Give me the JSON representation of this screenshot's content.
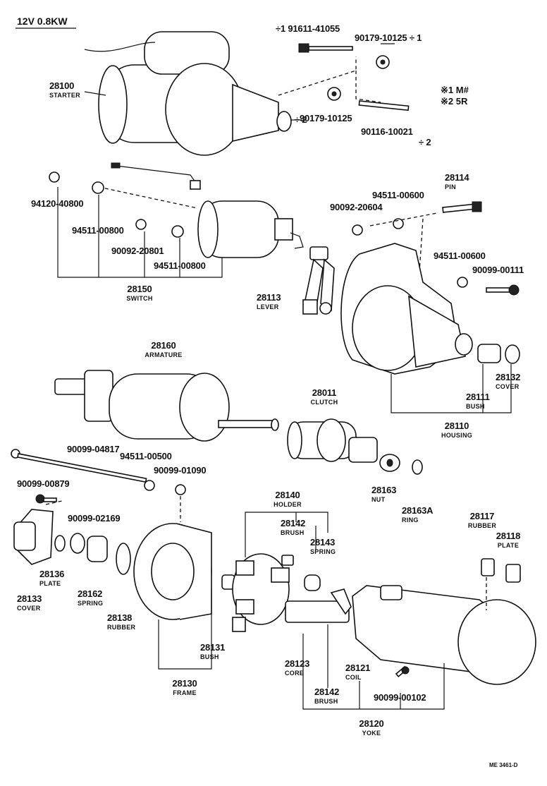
{
  "header": {
    "spec": "12V 0.8KW"
  },
  "legend": {
    "line1": "※1  M#",
    "line2": "※2  5R"
  },
  "footer_code": "ME 3461-D",
  "parts": {
    "p28100": {
      "num": "28100",
      "name": "STARTER"
    },
    "p91611": {
      "num": "÷1  91611-41055"
    },
    "p90179a": {
      "num": "90179-10125  ÷ 1"
    },
    "p90179b": {
      "num": "90179-10125"
    },
    "p90116": {
      "num": "90116-10021"
    },
    "mark2a": {
      "num": "÷ 2"
    },
    "mark2b": {
      "num": "÷ 2"
    },
    "p94120": {
      "num": "94120-40800"
    },
    "p94511a": {
      "num": "94511-00800"
    },
    "p90092a": {
      "num": "90092-20801"
    },
    "p94511b": {
      "num": "94511-00800"
    },
    "p28150": {
      "num": "28150",
      "name": "SWITCH"
    },
    "p28113": {
      "num": "28113",
      "name": "LEVER"
    },
    "p28114": {
      "num": "28114",
      "name": "PIN"
    },
    "p94511c": {
      "num": "94511-00600"
    },
    "p90092b": {
      "num": "90092-20604"
    },
    "p94511d": {
      "num": "94511-00600"
    },
    "p90099a": {
      "num": "90099-00111"
    },
    "p28132": {
      "num": "28132",
      "name": "COVER"
    },
    "p28111": {
      "num": "28111",
      "name": "BUSH"
    },
    "p28110": {
      "num": "28110",
      "name": "HOUSING"
    },
    "p28160": {
      "num": "28160",
      "name": "ARMATURE"
    },
    "p28011": {
      "num": "28011",
      "name": "CLUTCH"
    },
    "p90099b": {
      "num": "90099-04817"
    },
    "p94511e": {
      "num": "94511-00500"
    },
    "p90099c": {
      "num": "90099-01090"
    },
    "p90099d": {
      "num": "90099-00879"
    },
    "p90099e": {
      "num": "90099-02169"
    },
    "p28163": {
      "num": "28163",
      "name": "NUT"
    },
    "p28163A": {
      "num": "28163A",
      "name": "RING"
    },
    "p28140": {
      "num": "28140",
      "name": "HOLDER"
    },
    "p28142a": {
      "num": "28142",
      "name": "BRUSH"
    },
    "p28143": {
      "num": "28143",
      "name": "SPRING"
    },
    "p28117": {
      "num": "28117",
      "name": "RUBBER"
    },
    "p28118": {
      "num": "28118",
      "name": "PLATE"
    },
    "p28136": {
      "num": "28136",
      "name": "PLATE"
    },
    "p28133": {
      "num": "28133",
      "name": "COVER"
    },
    "p28162": {
      "num": "28162",
      "name": "SPRING"
    },
    "p28138": {
      "num": "28138",
      "name": "RUBBER"
    },
    "p28131": {
      "num": "28131",
      "name": "BUSH"
    },
    "p28130": {
      "num": "28130",
      "name": "FRAME"
    },
    "p28123": {
      "num": "28123",
      "name": "CORE"
    },
    "p28121": {
      "num": "28121",
      "name": "COIL"
    },
    "p28142b": {
      "num": "28142",
      "name": "BRUSH"
    },
    "p90099f": {
      "num": "90099-00102"
    },
    "p28120": {
      "num": "28120",
      "name": "YOKE"
    }
  }
}
